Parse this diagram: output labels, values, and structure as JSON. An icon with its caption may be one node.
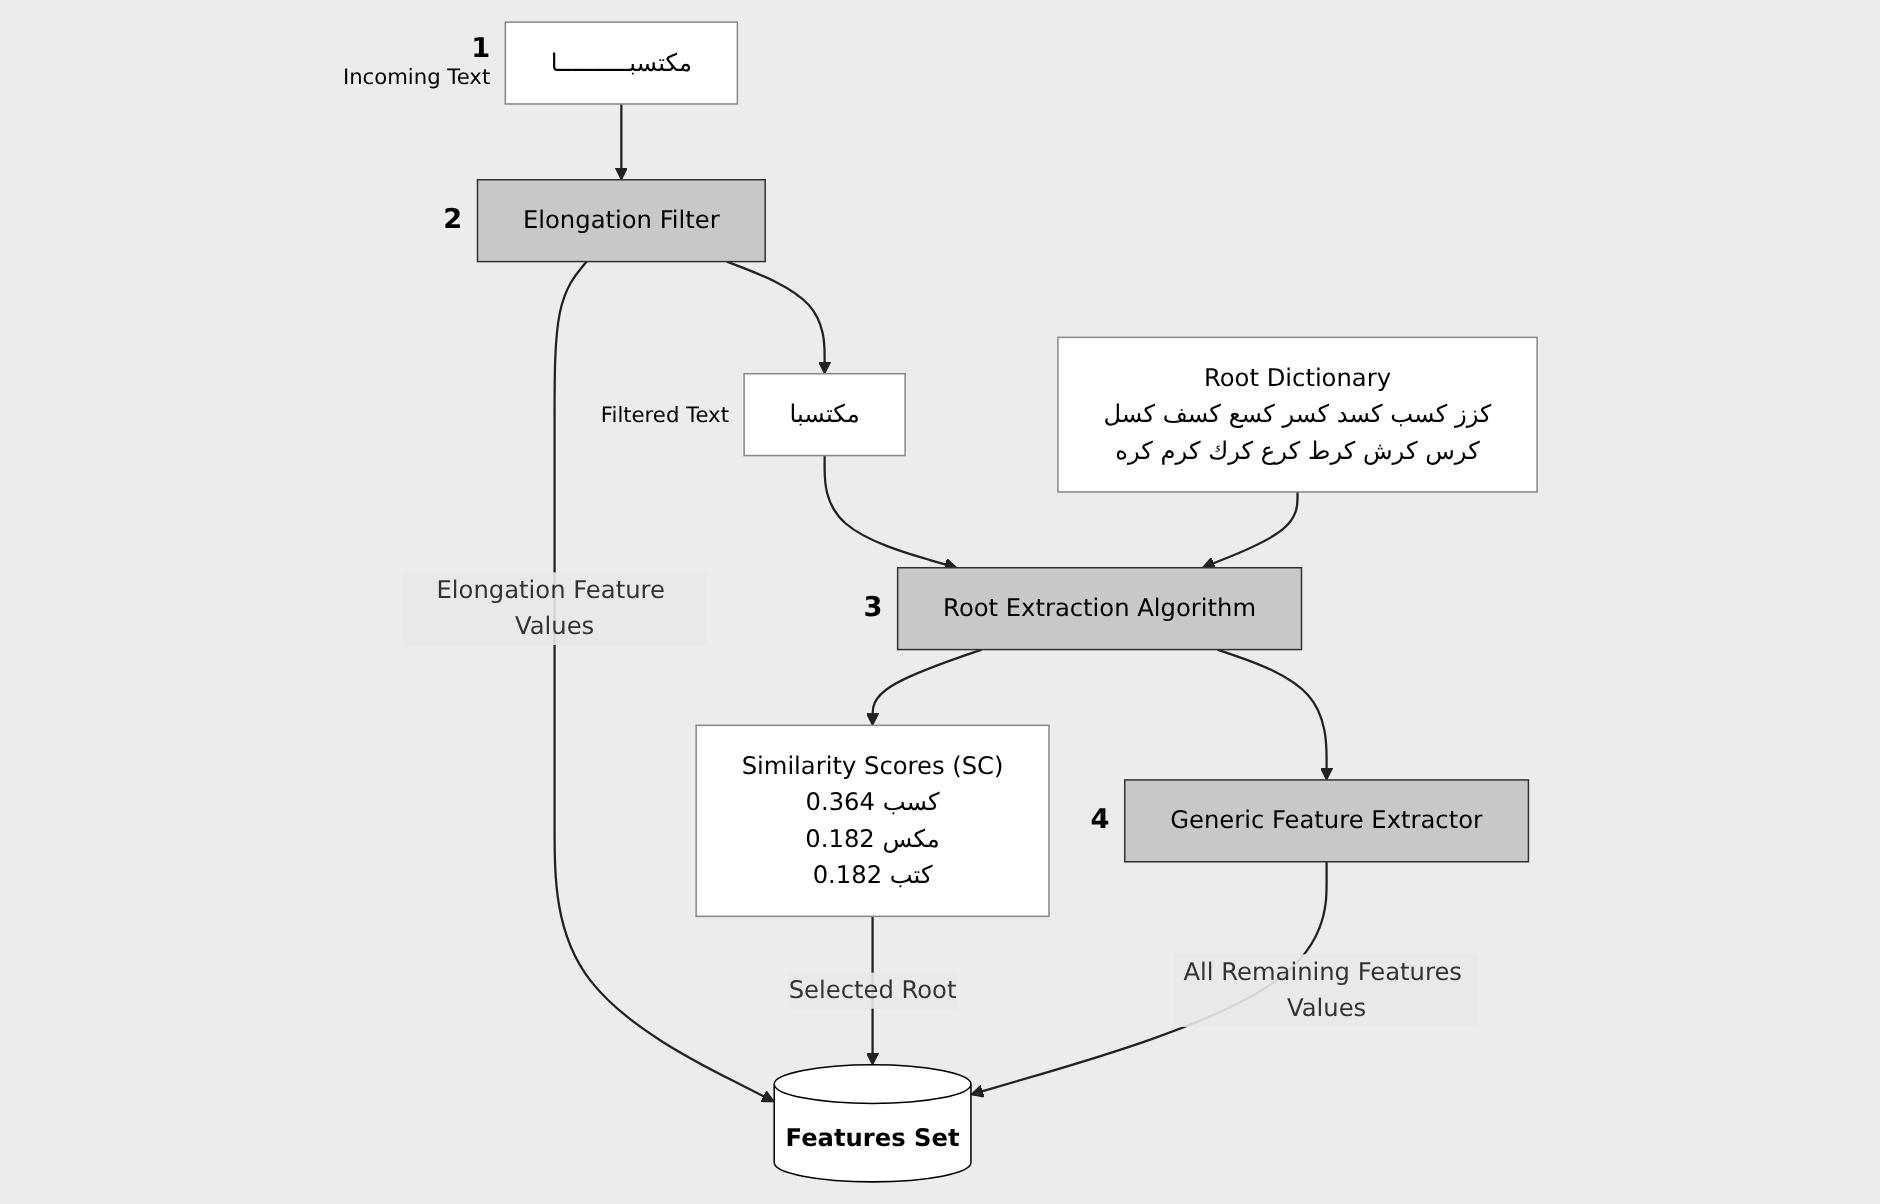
{
  "diagram": {
    "nodes": [
      {
        "text": [
          "مكتسبــــــــــا"
        ],
        "beside": [
          "1",
          "Incoming Text"
        ]
      },
      {
        "text": [
          "Elongation Filter"
        ],
        "beside": [
          "2"
        ]
      },
      {
        "text": [
          "مكتسبا"
        ],
        "beside": [
          "Filtered Text"
        ]
      },
      {
        "text": [
          "Root Dictionary",
          "كزز كسب كسد كسر كسع كسف كسل",
          "كرس كرش كرط كرع كرك كرم كره"
        ]
      },
      {
        "text": [
          "Root Extraction Algorithm"
        ],
        "beside": [
          "3"
        ]
      },
      {
        "text": [
          "Similarity Scores (SC)",
          "كسب 0.364",
          "مكس 0.182",
          "كتب 0.182"
        ]
      },
      {
        "text": [
          "Generic Feature Extractor"
        ],
        "beside": [
          "4"
        ]
      },
      {
        "text": [
          "Features Set"
        ]
      }
    ],
    "edges": [
      {
        "from": 0,
        "to": 1,
        "arrow": "to"
      },
      {
        "from": 1,
        "to": 2,
        "arrow": "to"
      },
      {
        "from": 2,
        "to": 4,
        "arrow": "to"
      },
      {
        "from": 3,
        "to": 4,
        "arrow": "to"
      },
      {
        "from": 4,
        "to": 5,
        "arrow": "to"
      },
      {
        "from": 1,
        "to": 7,
        "arrow": "to",
        "label": "Elongation Feature Values"
      },
      {
        "from": 5,
        "to": 7,
        "arrow": "to",
        "label": "Selected Root"
      },
      {
        "from": 4,
        "to": 6,
        "arrow": "to"
      },
      {
        "from": 6,
        "to": 7,
        "arrow": "to",
        "label": "All Remaining Features Values"
      }
    ]
  }
}
